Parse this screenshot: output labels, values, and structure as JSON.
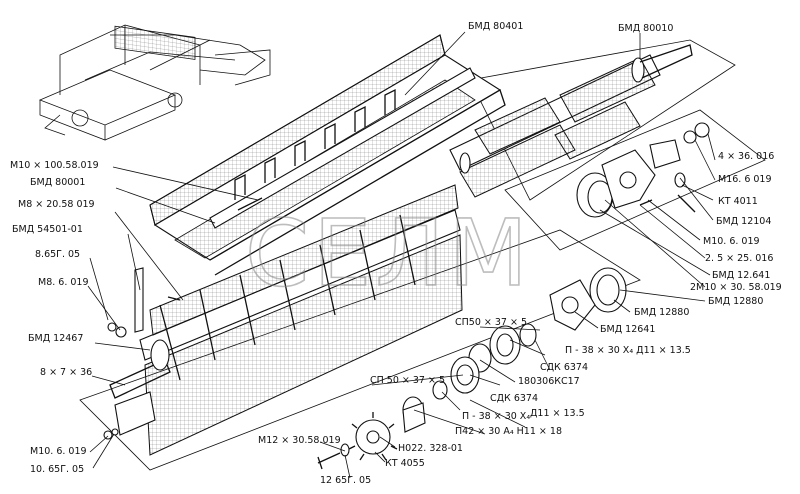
{
  "watermark": "СЕЛМ",
  "callouts": [
    {
      "id": "bmd80401",
      "text": "БМД 80401"
    },
    {
      "id": "bmd80010",
      "text": "БМД 80010"
    },
    {
      "id": "m10x100",
      "text": "М10 × 100.58.019"
    },
    {
      "id": "bmd80001",
      "text": "БМД 80001"
    },
    {
      "id": "m8x20",
      "text": "М8 × 20.58 019"
    },
    {
      "id": "bmd54501",
      "text": "БМД 54501-01"
    },
    {
      "id": "w865g05",
      "text": "8.65Г. 05"
    },
    {
      "id": "m86019",
      "text": "М8. 6. 019"
    },
    {
      "id": "bmd12467",
      "text": "БМД 12467"
    },
    {
      "id": "k8x7x36",
      "text": "8 × 7 × 36"
    },
    {
      "id": "m106019",
      "text": "М10. 6. 019"
    },
    {
      "id": "w1065g05",
      "text": "10. 65Г. 05"
    },
    {
      "id": "k4x36",
      "text": "4 × 36. 016"
    },
    {
      "id": "m166019",
      "text": "М16. 6 019"
    },
    {
      "id": "kt4011",
      "text": "КТ 4011"
    },
    {
      "id": "bmd12104",
      "text": "БМД 12104"
    },
    {
      "id": "m106019r",
      "text": "М10. 6. 019"
    },
    {
      "id": "k25x25",
      "text": "2. 5 × 25. 016"
    },
    {
      "id": "bmd12641a",
      "text": "БМД 12.641"
    },
    {
      "id": "m2x10x30",
      "text": "2М10 × 30. 58.019"
    },
    {
      "id": "bmd12880a",
      "text": "БМД 12880"
    },
    {
      "id": "bmd12880b",
      "text": "БМД 12880"
    },
    {
      "id": "bmd12641b",
      "text": "БМД 12641"
    },
    {
      "id": "sp50a",
      "text": "СП50 × 37 × 5"
    },
    {
      "id": "p38a",
      "text": "П - 38 × 30 Х₄  Д11 × 13.5"
    },
    {
      "id": "sdk6374a",
      "text": "СДК 6374"
    },
    {
      "id": "b180306",
      "text": "180306КС17"
    },
    {
      "id": "sp50b",
      "text": "СП 50 × 37 × 5"
    },
    {
      "id": "sdk6374b",
      "text": "СДК 6374"
    },
    {
      "id": "p38b",
      "text": "П - 38 × 30 Х₄"
    },
    {
      "id": "d11b",
      "text": "Д11 × 13.5"
    },
    {
      "id": "p42",
      "text": "П42 × 30 А₄  Н11 × 18"
    },
    {
      "id": "m12x30",
      "text": "М12 × 30.58.019"
    },
    {
      "id": "n022",
      "text": "Н022. 328-01"
    },
    {
      "id": "kt4055",
      "text": "КТ 4055"
    },
    {
      "id": "w1265g05",
      "text": "12 65Г. 05"
    }
  ]
}
